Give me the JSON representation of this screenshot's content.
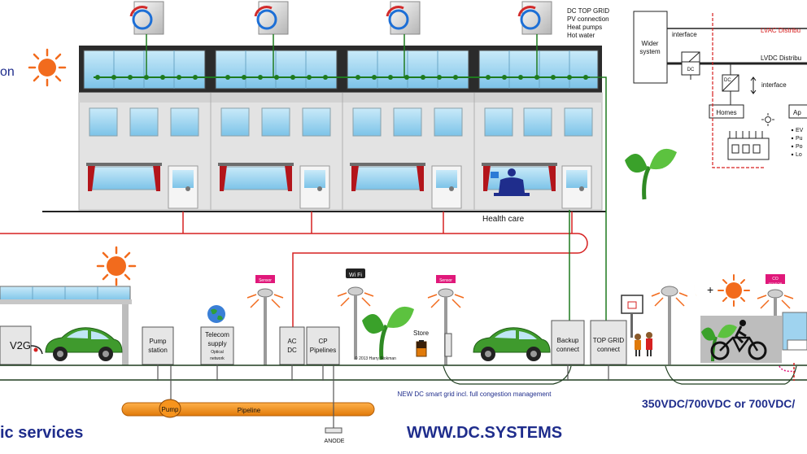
{
  "top_grid_note": {
    "title": "DC TOP GRID",
    "items": [
      "PV connection",
      "Heat pumps",
      "Hot water"
    ]
  },
  "left_partial_label": "on",
  "health_care_label": "Health care",
  "inset": {
    "wider_system": [
      "Wider",
      "system"
    ],
    "interface_top": "interface",
    "dc_box": "DC",
    "lvac": "LVAC Distribu",
    "lvdc": "LVDC Distribu",
    "dc_small": "DC",
    "interface_mid": "interface",
    "homes": "Homes",
    "ap_partial": "Ap",
    "bullets": [
      "EV",
      "Pu",
      "Po",
      "Lo"
    ]
  },
  "street": {
    "v2g": "V2G",
    "pump_station": [
      "Pump",
      "station"
    ],
    "telecom": [
      "Telecom",
      "supply"
    ],
    "telecom_sub": [
      "Optical",
      "network"
    ],
    "ac_dc": [
      "AC",
      "DC"
    ],
    "cp_pipelines": [
      "CP",
      "Pipelines"
    ],
    "store": "Store",
    "backup": [
      "Backup",
      "connect"
    ],
    "top_grid_connect": [
      "TOP GRID",
      "connect"
    ],
    "sensor": "Sensor",
    "co2_sensor": [
      "CO",
      "SENSOR"
    ],
    "wifi": "Wi Fi",
    "copyright": "© 2013 Harry Stokman",
    "pump": "Pump",
    "pipeline": "Pipeline",
    "anode": "ANODE",
    "smart_grid": "NEW DC smart grid incl. full congestion management",
    "voltage": "350VDC/700VDC or 700VDC/",
    "services_partial": "ic services",
    "website": "WWW.DC.SYSTEMS"
  },
  "colors": {
    "dark_blue": "#1f2d8c",
    "grid_green": "#1e7a1e",
    "cable_red": "#d62020",
    "plant_green": "#3aa12a",
    "sun_orange": "#f26b1d",
    "pipeline_orange": "#f7941d",
    "window_blue": "#9fd3ef",
    "building_grey": "#e3e3e3",
    "roof_dark": "#2b2b2b",
    "sensor_magenta": "#e0187a"
  }
}
